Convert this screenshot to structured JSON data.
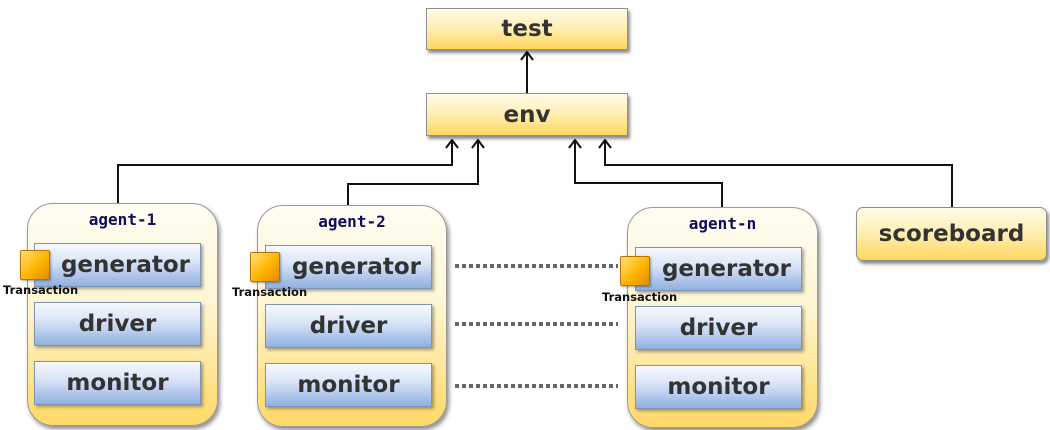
{
  "nodes": {
    "test": "test",
    "env": "env",
    "scoreboard": "scoreboard"
  },
  "agents": [
    {
      "title": "agent-1",
      "generator": "generator",
      "driver": "driver",
      "monitor": "monitor",
      "transaction": "Transaction"
    },
    {
      "title": "agent-2",
      "generator": "generator",
      "driver": "driver",
      "monitor": "monitor",
      "transaction": "Transaction"
    },
    {
      "title": "agent-n",
      "generator": "generator",
      "driver": "driver",
      "monitor": "monitor",
      "transaction": "Transaction"
    }
  ]
}
